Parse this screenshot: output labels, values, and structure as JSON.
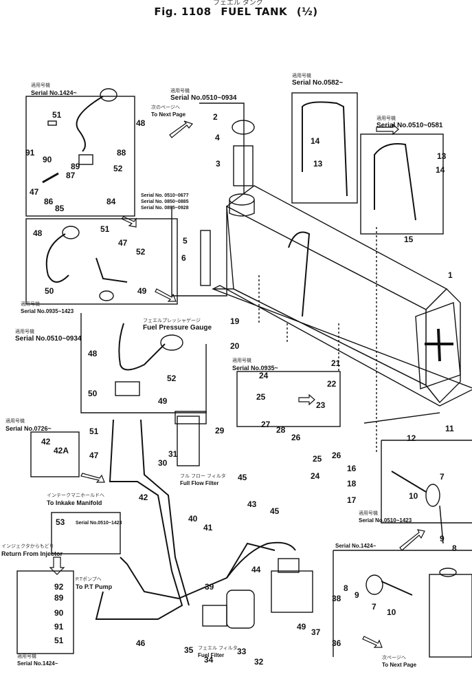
{
  "header": {
    "jp_title": "フェエル タンク",
    "fig": "Fig. 1108",
    "name": "FUEL TANK",
    "part": "(½)"
  },
  "serial_labels": [
    {
      "id": "s1424a",
      "jp": "適用号機",
      "text": "Serial No.1424~"
    },
    {
      "id": "s0510_0934a",
      "jp": "適用号機",
      "text": "Serial No.0510~0934"
    },
    {
      "id": "s0582",
      "jp": "適用号機",
      "text": "Serial No.0582~"
    },
    {
      "id": "s0510_0581",
      "jp": "適用号機",
      "text": "Serial No.0510~0581"
    },
    {
      "id": "s0935_1423a",
      "jp": "適用号機",
      "text": "Serial No.0935~1423"
    },
    {
      "id": "s0510_0934b",
      "jp": "適用号機",
      "text": "Serial No.0510~0934"
    },
    {
      "id": "s0935",
      "jp": "適用号機",
      "text": "Serial No.0935~"
    },
    {
      "id": "s0726",
      "jp": "適用号機",
      "text": "Serial No.0726~"
    },
    {
      "id": "s0510_1423",
      "jp": "適用号機",
      "text": "Serial No.0510~1423"
    },
    {
      "id": "s0510_1423b",
      "jp": "適用号機",
      "text": "Serial No.0510~1423"
    },
    {
      "id": "s1424b",
      "jp": "適用号機",
      "text": "Serial No.1424~"
    },
    {
      "id": "s1424c",
      "jp": "適用号機",
      "text": "Serial No.1424~"
    }
  ],
  "serial_table": [
    "Serial No. 0510~0677",
    "Serial No. 0850~0885",
    "Serial No. 0895~0928"
  ],
  "notes": {
    "to_next_page_1_jp": "次のページへ",
    "to_next_page_1": "To Next Page",
    "fuel_pressure_jp": "フェエルプレッシャゲージ",
    "fuel_pressure": "Fuel Pressure Gauge",
    "full_flow_jp": "フル フロー フィルタ",
    "full_flow": "Full Flow Filter",
    "intake_jp": "インテークマニホールドへ",
    "intake": "To Inkake Manifold",
    "return_jp": "インジェクタからもどり",
    "return": "Return From Injector",
    "pt_pump_jp": "P.Tポンプへ",
    "pt_pump": "To P.T Pump",
    "fuel_filter_jp": "フェエル フィルタ",
    "fuel_filter": "Fuel Filter",
    "to_next_page_2_jp": "次ページへ",
    "to_next_page_2": "To Next Page"
  },
  "part_numbers": {
    "p1": "1",
    "p2": "2",
    "p3": "3",
    "p4": "4",
    "p5": "5",
    "p6": "6",
    "p7a": "7",
    "p7b": "7",
    "p8a": "8",
    "p8b": "8",
    "p9a": "9",
    "p9b": "9",
    "p10a": "10",
    "p10b": "10",
    "p11": "11",
    "p12": "12",
    "p13a": "13",
    "p13b": "13",
    "p14a": "14",
    "p14b": "14",
    "p15": "15",
    "p16": "16",
    "p17": "17",
    "p18": "18",
    "p19": "19",
    "p20": "20",
    "p21": "21",
    "p22": "22",
    "p23": "23",
    "p24a": "24",
    "p24b": "24",
    "p25a": "25",
    "p25b": "25",
    "p26a": "26",
    "p26b": "26",
    "p27": "27",
    "p28": "28",
    "p29": "29",
    "p30": "30",
    "p31": "31",
    "p32": "32",
    "p33": "33",
    "p34": "34",
    "p35": "35",
    "p36": "36",
    "p37": "37",
    "p38": "38",
    "p39": "39",
    "p40": "40",
    "p41": "41",
    "p42a": "42",
    "p42b": "42",
    "p42A": "42A",
    "p43": "43",
    "p44": "44",
    "p45a": "45",
    "p45b": "45",
    "p46": "46",
    "p47a": "47",
    "p47b": "47",
    "p47c": "47",
    "p48a": "48",
    "p48b": "48",
    "p48c": "48",
    "p49a": "49",
    "p49b": "49",
    "p49c": "49",
    "p50a": "50",
    "p50b": "50",
    "p51a": "51",
    "p51b": "51",
    "p51c": "51",
    "p51d": "51",
    "p52a": "52",
    "p52b": "52",
    "p52c": "52",
    "p53": "53",
    "p84": "84",
    "p85": "85",
    "p86": "86",
    "p87": "87",
    "p88": "88",
    "p89a": "89",
    "p89b": "89",
    "p90a": "90",
    "p90b": "90",
    "p91a": "91",
    "p91b": "91",
    "p92": "92"
  }
}
